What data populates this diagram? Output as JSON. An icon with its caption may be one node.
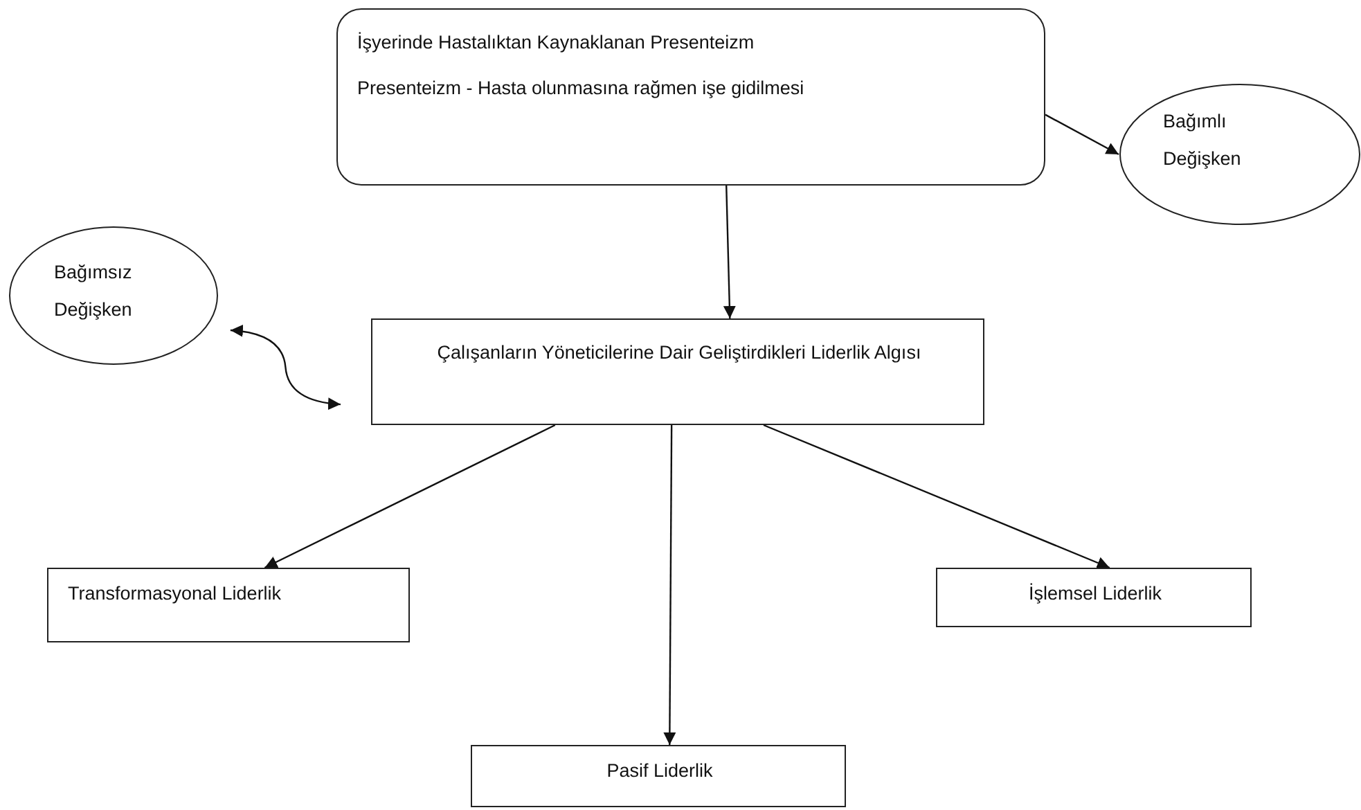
{
  "diagram": {
    "nodes": [
      {
        "text": [
          "İşyerinde Hastalıktan Kaynaklanan Presenteizm",
          "Presenteizm - Hasta olunmasına rağmen işe gidilmesi"
        ]
      },
      {
        "text": [
          "Bağımlı Değişken"
        ]
      },
      {
        "text": [
          "Bağımsız Değişken"
        ]
      },
      {
        "text": [
          "Çalışanların Yöneticilerine Dair Geliştirdikleri Liderlik Algısı"
        ]
      },
      {
        "text": [
          "Transformasyonal Liderlik"
        ]
      },
      {
        "text": [
          "İşlemsel Liderlik"
        ]
      },
      {
        "text": [
          "Pasif Liderlik"
        ]
      }
    ],
    "edges": [
      {
        "from": 0,
        "to": 1,
        "arrow": "to"
      },
      {
        "from": 0,
        "to": 3,
        "arrow": "to"
      },
      {
        "from": 2,
        "to": 3,
        "arrow": "both"
      },
      {
        "from": 3,
        "to": 4,
        "arrow": "to"
      },
      {
        "from": 3,
        "to": 6,
        "arrow": "to"
      },
      {
        "from": 3,
        "to": 5,
        "arrow": "to"
      }
    ]
  }
}
